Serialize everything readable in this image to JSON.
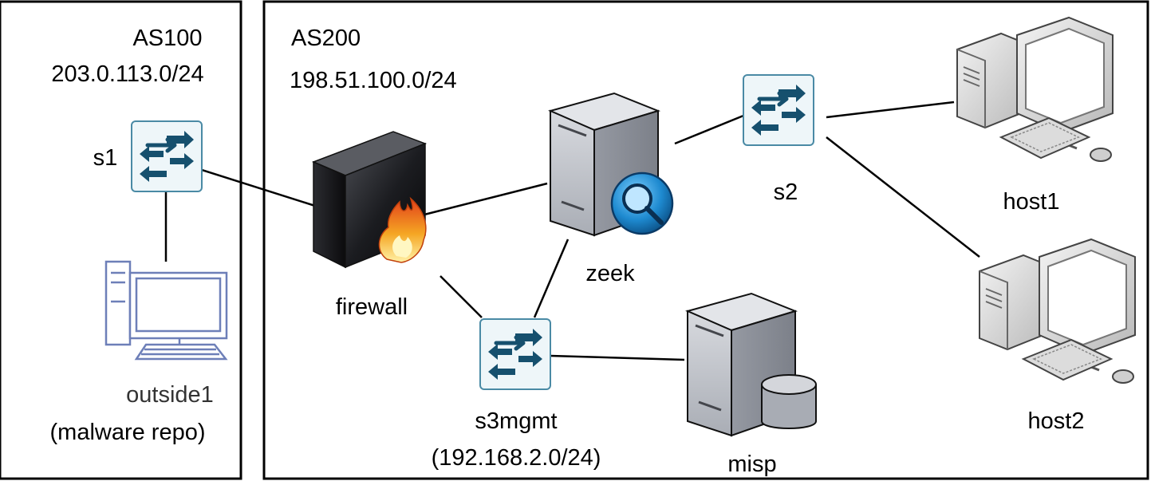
{
  "zones": {
    "as100": {
      "name": "AS100",
      "subnet": "203.0.113.0/24"
    },
    "as200": {
      "name": "AS200",
      "subnet": "198.51.100.0/24"
    }
  },
  "nodes": {
    "s1": {
      "label": "s1",
      "kind": "switch-icon"
    },
    "outside1": {
      "label": "outside1",
      "sublabel": "(malware repo)",
      "kind": "workstation-icon"
    },
    "firewall": {
      "label": "firewall",
      "kind": "firewall-icon"
    },
    "zeek": {
      "label": "zeek",
      "kind": "server-search-icon"
    },
    "s2": {
      "label": "s2",
      "kind": "switch-icon"
    },
    "s3mgmt": {
      "label": "s3mgmt",
      "sublabel": "(192.168.2.0/24)",
      "kind": "switch-icon"
    },
    "misp": {
      "label": "misp",
      "kind": "server-database-icon"
    },
    "host1": {
      "label": "host1",
      "kind": "desktop-icon"
    },
    "host2": {
      "label": "host2",
      "kind": "desktop-icon"
    }
  },
  "links": [
    [
      "s1",
      "outside1"
    ],
    [
      "s1",
      "firewall"
    ],
    [
      "firewall",
      "zeek"
    ],
    [
      "firewall",
      "s3mgmt"
    ],
    [
      "zeek",
      "s2"
    ],
    [
      "zeek",
      "s3mgmt"
    ],
    [
      "s2",
      "host1"
    ],
    [
      "s2",
      "host2"
    ],
    [
      "s3mgmt",
      "misp"
    ]
  ],
  "colors": {
    "switch_bg": "#eef6f9",
    "switch_border": "#4a8aa5",
    "switch_arrow": "#16506e",
    "outside1_stroke": "#6d7fb8",
    "server_gray": "#b9bcc3",
    "firewall_dark": "#15161a",
    "flame": "#f5821f",
    "magnifier_blue": "#1e8ad0"
  }
}
